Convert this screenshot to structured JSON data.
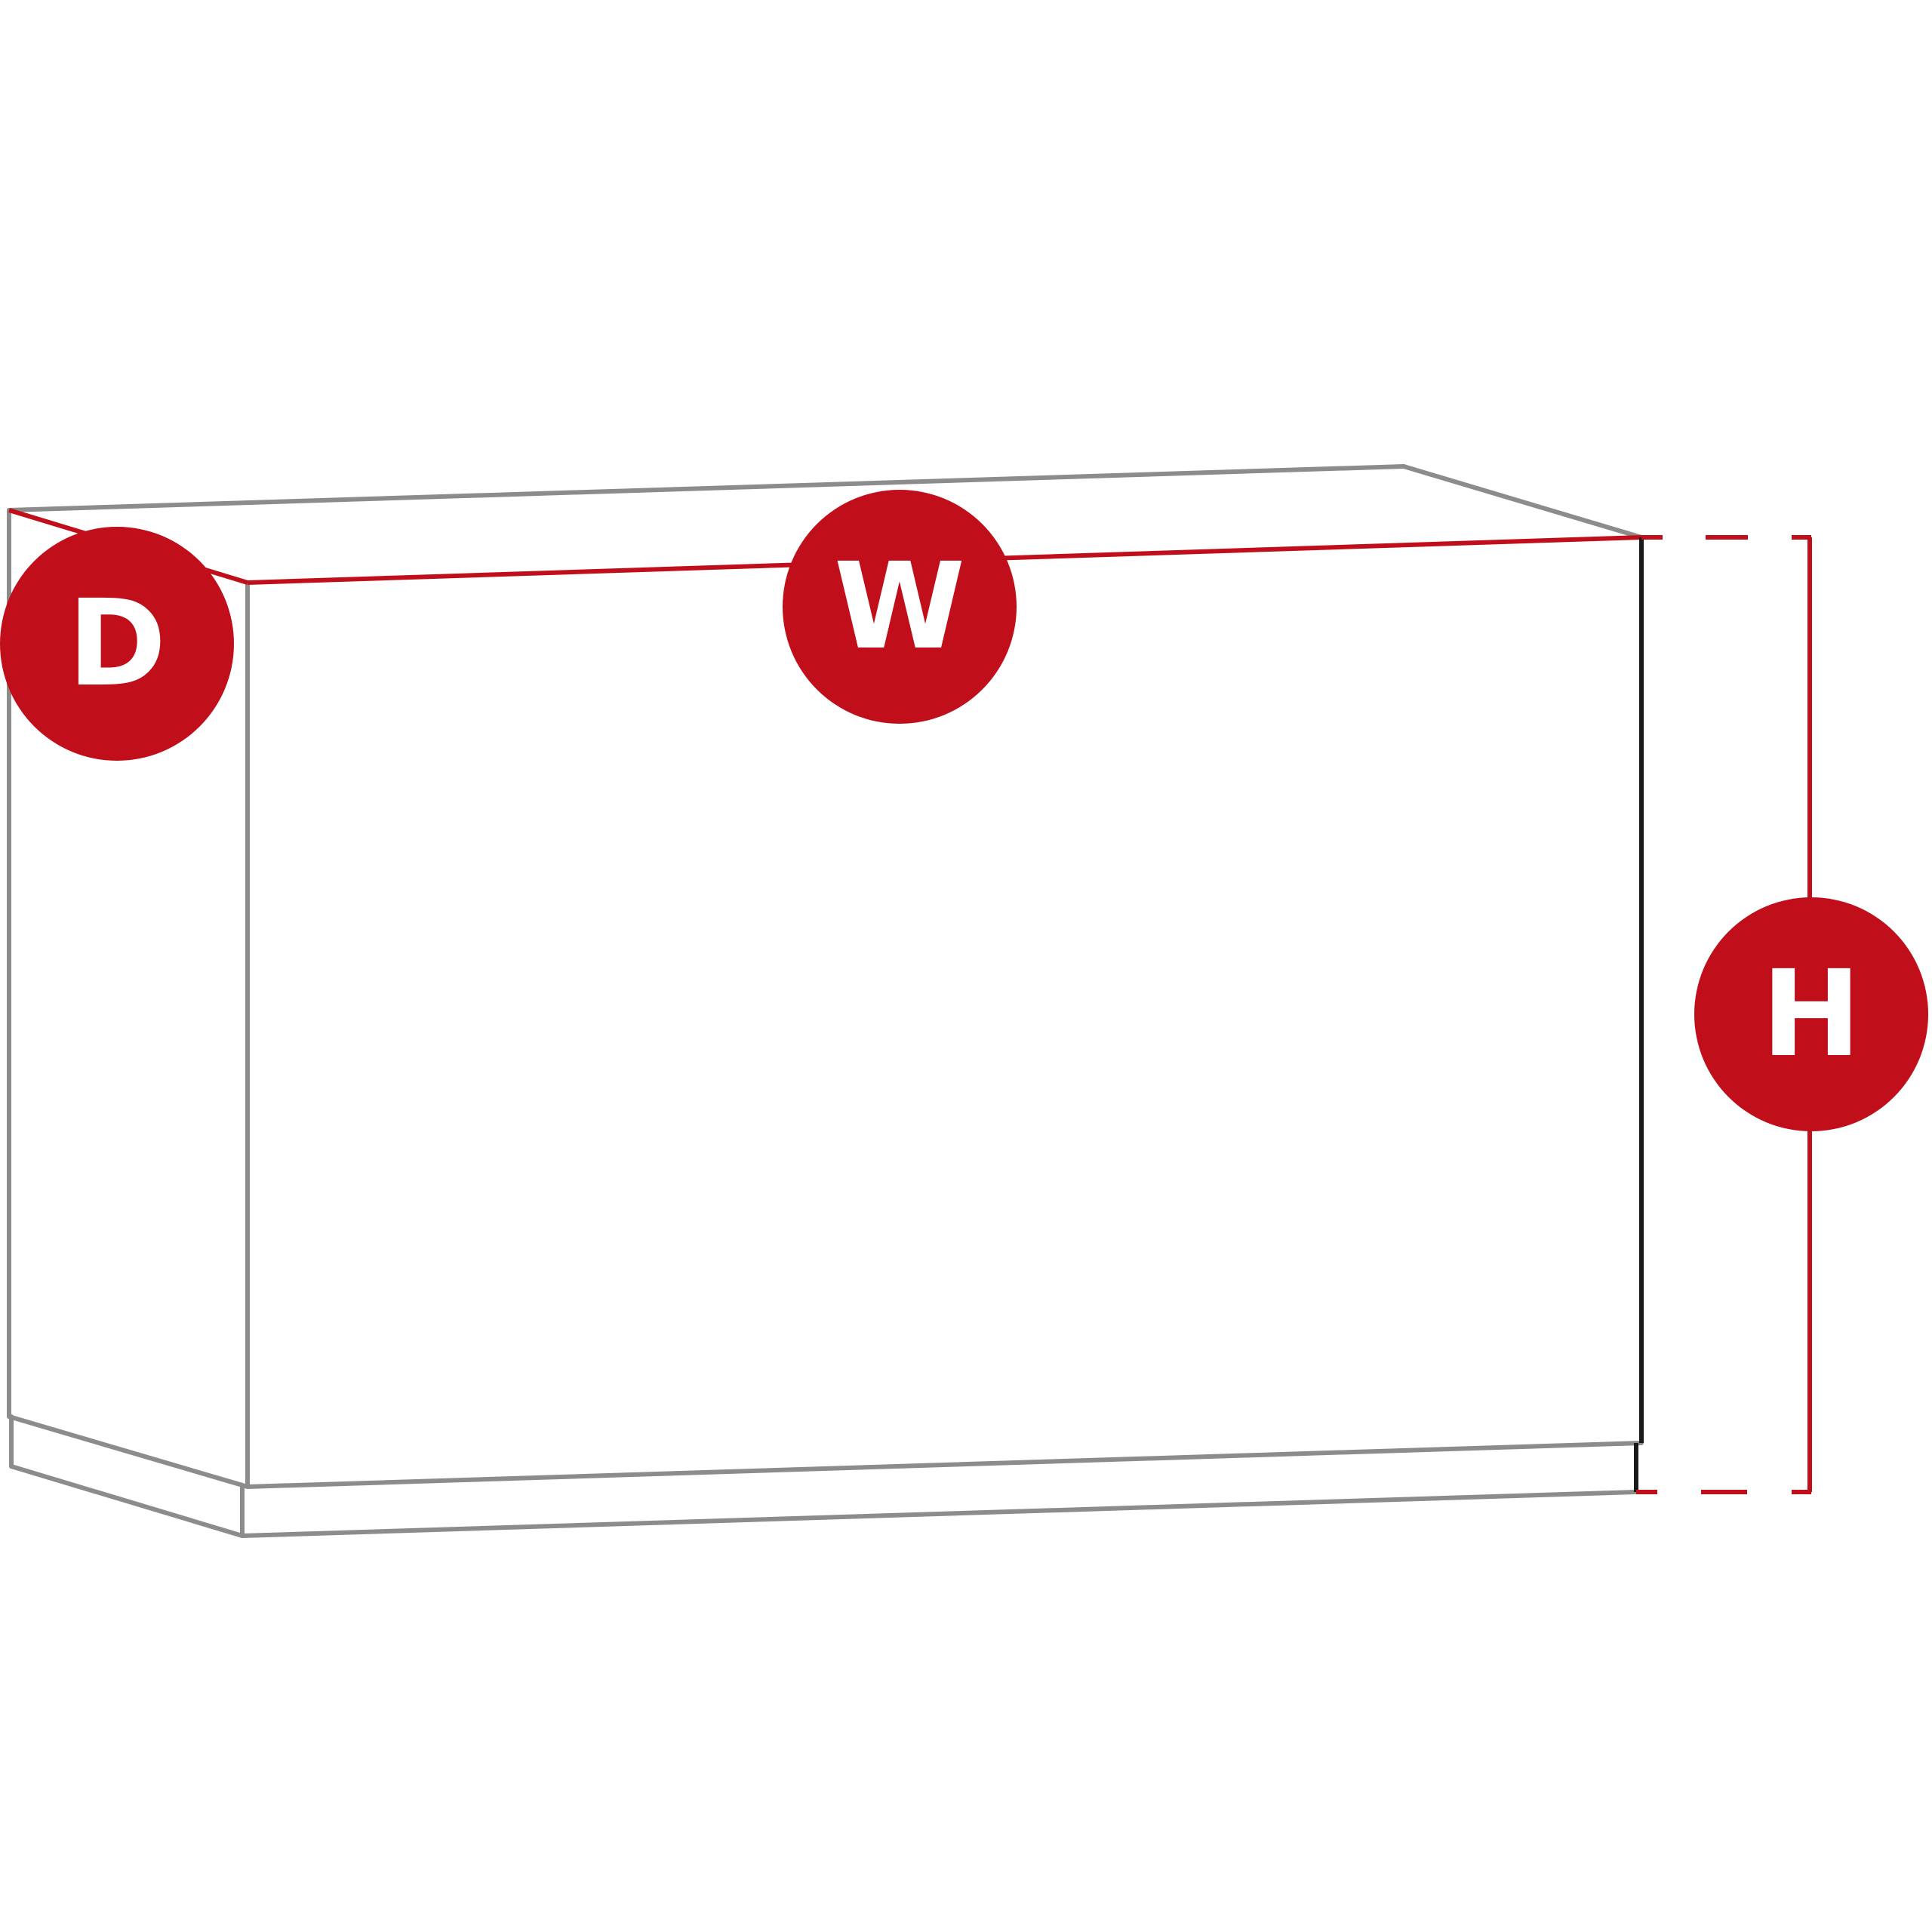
{
  "colors": {
    "outline": "#8c8c8c",
    "accent": "#c00f1a",
    "front_edge": "#1a1a1a",
    "badge_text": "#ffffff",
    "background": "#ffffff"
  },
  "dimensions": {
    "depth": {
      "label": "D"
    },
    "width": {
      "label": "W"
    },
    "height": {
      "label": "H"
    }
  }
}
